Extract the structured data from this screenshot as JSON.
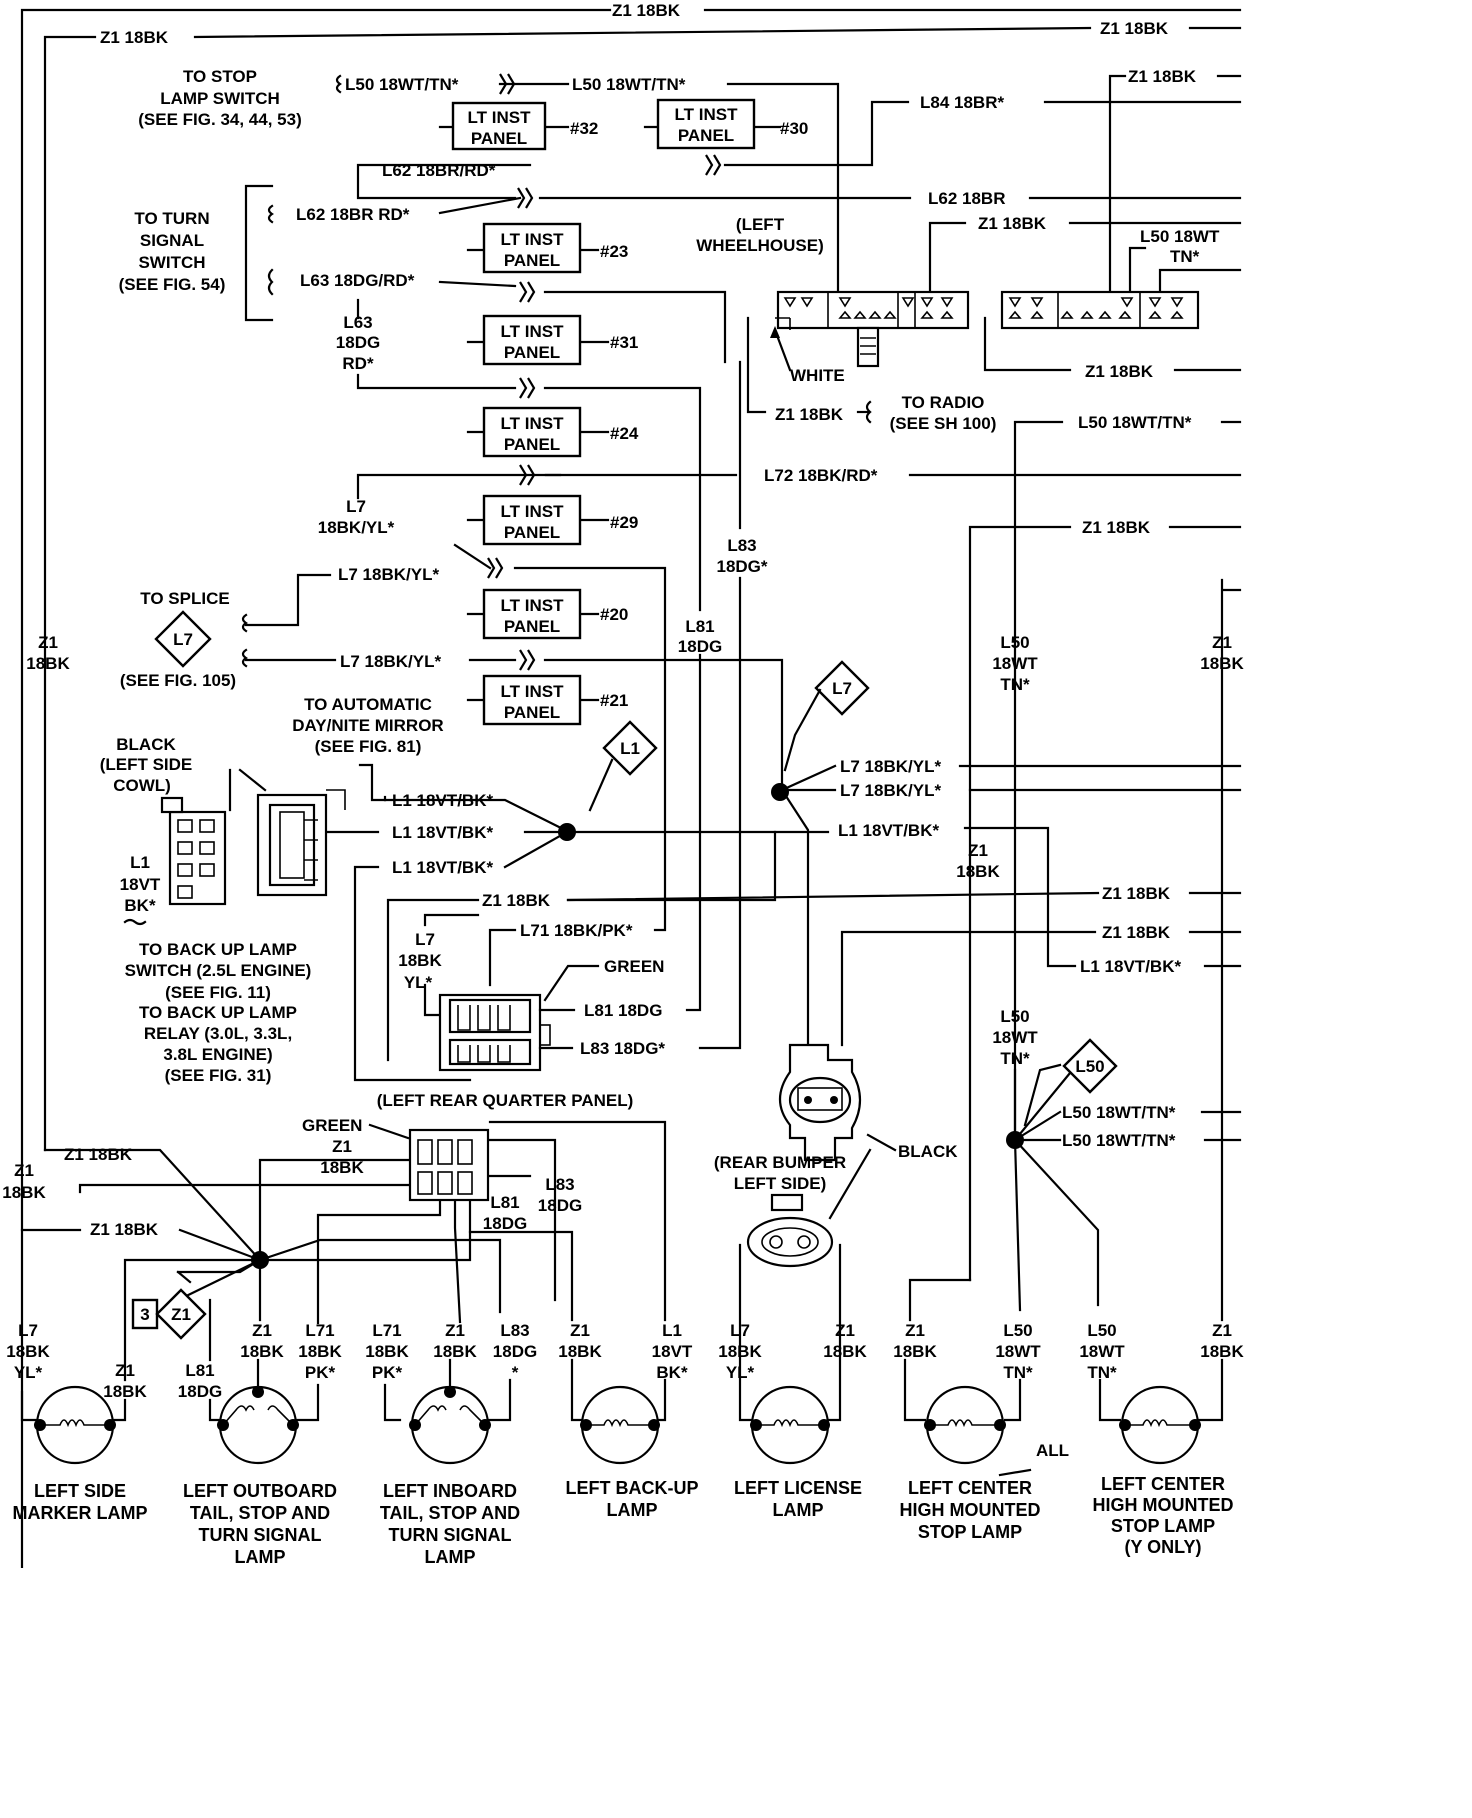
{
  "wires": {
    "top_z1": "Z1 18BK",
    "z1_left_upper": "Z1 18BK",
    "z1_right_upper": "Z1 18BK",
    "z1_right_2": "Z1 18BK",
    "l50_top_in": "L50 18WT/TN*",
    "l50_top_out": "L50 18WT/TN*",
    "l84": "L84 18BR*",
    "l62_upper": "L62 18BR/RD*",
    "l62_turn": "L62 18BR  RD*",
    "l62_right": "L62 18BR",
    "z1_wh": "Z1 18BK",
    "l50_wh_a": "L50 18WT",
    "l50_wh_b": "TN*",
    "l63_turn": "L63 18DG/RD*",
    "l63_v1": "L63",
    "l63_v2": "18DG",
    "l63_v3": "RD*",
    "z1_radio_right": "Z1 18BK",
    "z1_radio": "Z1 18BK",
    "l50_radio": "L50 18WT/TN*",
    "l72": "L72 18BK/RD*",
    "z1_mid_right": "Z1 18BK",
    "l7_a1": "L7",
    "l7_a2": "18BK/YL*",
    "l7_splice_a": "L7 18BK/YL*",
    "l7_splice_b": "L7 18BK/YL*",
    "l83_v1": "L83",
    "l83_v2": "18DG*",
    "l81_v1": "L81",
    "l81_v2": "18DG",
    "z1_left_v1": "Z1",
    "z1_left_v2": "18BK",
    "l50_mid_v1": "L50",
    "l50_mid_v2": "18WT",
    "l50_mid_v3": "TN*",
    "z1_far_v1": "Z1",
    "z1_far_v2": "18BK",
    "l1_a": "L1 18VT/BK*",
    "l1_b": "L1 18VT/BK*",
    "l1_c": "L1 18VT/BK*",
    "l1_right": "L1 18VT/BK*",
    "l7_right_a": "L7 18BK/YL*",
    "l7_right_b": "L7 18BK/YL*",
    "z1_c1": "Z1",
    "z1_c2": "18BK",
    "z1_rq": "Z1 18BK",
    "z1_r3": "Z1 18BK",
    "z1_r4": "Z1 18BK",
    "l71_rq": "L71 18BK/PK*",
    "l1_r5": "L1 18VT/BK*",
    "l7_rq1": "L7",
    "l7_rq2": "18BK",
    "l7_rq3": "YL*",
    "l81_rq": "L81 18DG",
    "l83_rq": "L83 18DG*",
    "l1_cowl1": "L1",
    "l1_cowl2": "18VT",
    "l1_cowl3": "BK*",
    "l50_lo1": "L50",
    "l50_lo2": "18WT",
    "l50_lo3": "TN*",
    "l50_r1": "L50 18WT/TN*",
    "l50_r2": "L50 18WT/TN*",
    "z1_bl_a": "Z1 18BK",
    "z1_bl_b": "Z1",
    "z1_bl_c": "18BK",
    "z1_bl_d1": "Z1",
    "z1_bl_d2": "18BK",
    "z1_bl_e": "Z1 18BK",
    "l81_b1": "L81",
    "l81_b2": "18DG",
    "l83_b1": "L83",
    "l83_b2": "18DG"
  },
  "lamp_wires": {
    "m1a": "L7",
    "m1b": "18BK",
    "m1c": "YL*",
    "m2a": "Z1",
    "m2b": "18BK",
    "o1a": "L81",
    "o1b": "18DG",
    "o2a": "Z1",
    "o2b": "18BK",
    "o3a": "L71",
    "o3b": "18BK",
    "o3c": "PK*",
    "i1a": "L71",
    "i1b": "18BK",
    "i1c": "PK*",
    "i2a": "Z1",
    "i2b": "18BK",
    "i3a": "L83",
    "i3b": "18DG",
    "i3c": "*",
    "b1a": "Z1",
    "b1b": "18BK",
    "b2a": "L1",
    "b2b": "18VT",
    "b2c": "BK*",
    "c1a": "L7",
    "c1b": "18BK",
    "c1c": "YL*",
    "c2a": "Z1",
    "c2b": "18BK",
    "h1a": "Z1",
    "h1b": "18BK",
    "h2a": "L50",
    "h2b": "18WT",
    "h2c": "TN*",
    "y1a": "L50",
    "y1b": "18WT",
    "y1c": "TN*",
    "y2a": "Z1",
    "y2b": "18BK",
    "all": "ALL"
  },
  "panels": {
    "p32": "#32",
    "p30": "#30",
    "p23": "#23",
    "p31": "#31",
    "p24": "#24",
    "p29": "#29",
    "p20": "#20",
    "p21": "#21",
    "lt_inst": "LT INST",
    "panel": "PANEL"
  },
  "notes": {
    "stop1": "TO STOP",
    "stop2": "LAMP SWITCH",
    "stop3": "(SEE FIG. 34, 44, 53)",
    "turn1": "TO TURN",
    "turn2": "SIGNAL",
    "turn3": "SWITCH",
    "turn4": "(SEE FIG. 54)",
    "wh1": "(LEFT",
    "wh2": "WHEELHOUSE)",
    "white": "WHITE",
    "radio1": "TO RADIO",
    "radio2": "(SEE SH 100)",
    "splice1": "TO SPLICE",
    "splice2": "(SEE FIG. 105)",
    "mirror1": "TO AUTOMATIC",
    "mirror2": "DAY/NITE MIRROR",
    "mirror3": "(SEE FIG. 81)",
    "cowl1": "BLACK",
    "cowl2": "(LEFT SIDE",
    "cowl3": "COWL)",
    "bu1": "TO BACK UP LAMP",
    "bu2": "SWITCH (2.5L ENGINE)",
    "bu3": "(SEE FIG. 11)",
    "bu4": "TO BACK UP LAMP",
    "bu5": "RELAY (3.0L, 3.3L,",
    "bu6": "3.8L ENGINE)",
    "bu7": "(SEE FIG. 31)",
    "green_rq": "GREEN",
    "rq": "(LEFT REAR QUARTER PANEL)",
    "green_b": "GREEN",
    "rb1": "(REAR BUMPER",
    "rb2": "LEFT SIDE)",
    "black_b": "BLACK"
  },
  "splice_tags": {
    "l7a": "L7",
    "l1": "L1",
    "l7b": "L7",
    "l50": "L50",
    "z1": "Z1",
    "three": "3"
  },
  "lamps": {
    "side1": "LEFT SIDE",
    "side2": "MARKER LAMP",
    "out1": "LEFT OUTBOARD",
    "out2": "TAIL, STOP AND",
    "out3": "TURN SIGNAL",
    "out4": "LAMP",
    "in1": "LEFT INBOARD",
    "in2": "TAIL, STOP AND",
    "in3": "TURN SIGNAL",
    "in4": "LAMP",
    "bk1": "LEFT BACK-UP",
    "bk2": "LAMP",
    "lic1": "LEFT LICENSE",
    "lic2": "LAMP",
    "chm1": "LEFT CENTER",
    "chm2": "HIGH MOUNTED",
    "chm3": "STOP LAMP",
    "chy1": "LEFT CENTER",
    "chy2": "HIGH MOUNTED",
    "chy3": "STOP LAMP",
    "chy4": "(Y ONLY)"
  }
}
